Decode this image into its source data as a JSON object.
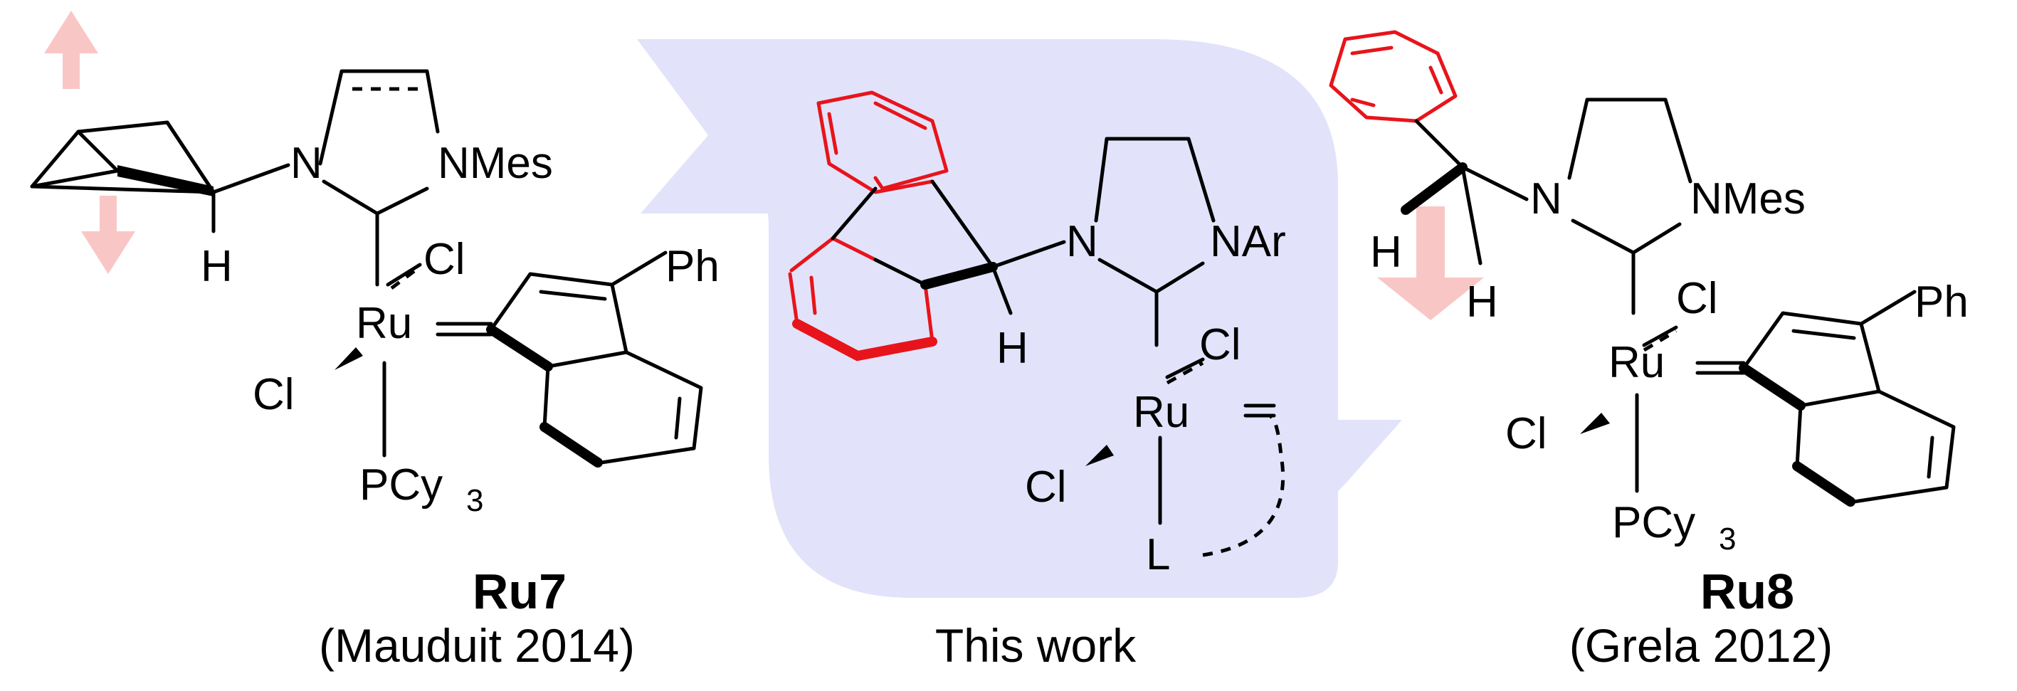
{
  "labels": {
    "left": {
      "n1": "N",
      "nmes": "NMes",
      "h": "H",
      "cl_top": "Cl",
      "ru": "Ru",
      "ph": "Ph",
      "cl_left": "Cl",
      "pcy": "PCy",
      "pcy_sub": "3"
    },
    "center": {
      "n1": "N",
      "nar": "NAr",
      "h": "H",
      "cl_top": "Cl",
      "ru": "Ru",
      "cl_left": "Cl",
      "l": "L"
    },
    "right": {
      "n1": "N",
      "nmes": "NMes",
      "h1": "H",
      "h2": "H",
      "cl_top": "Cl",
      "ru": "Ru",
      "ph": "Ph",
      "cl_left": "Cl",
      "pcy": "PCy",
      "pcy_sub": "3"
    }
  },
  "captions": {
    "left_name": "Ru7",
    "left_ref": "(Mauduit 2014)",
    "center_ref": "This work",
    "right_name": "Ru8",
    "right_ref": "(Grela 2012)"
  },
  "colors": {
    "highlight_background": "#e2e3fa",
    "red_bonds": "#e8141b",
    "pink_arrows": "#f9c6c6"
  }
}
